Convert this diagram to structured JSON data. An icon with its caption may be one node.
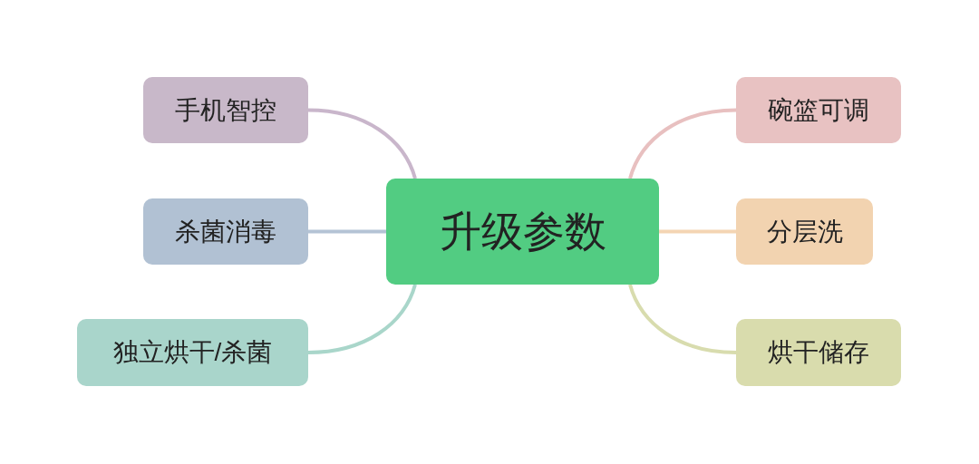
{
  "diagram": {
    "nodes": [
      {
        "text": [
          "升级参数"
        ]
      },
      {
        "text": [
          "手机智控"
        ]
      },
      {
        "text": [
          "杀菌消毒"
        ]
      },
      {
        "text": [
          "独立烘干/杀菌"
        ]
      },
      {
        "text": [
          "碗篮可调"
        ]
      },
      {
        "text": [
          "分层洗"
        ]
      },
      {
        "text": [
          "烘干储存"
        ]
      }
    ],
    "edges": [
      {
        "from": 0,
        "to": 1,
        "arrow": "none",
        "color": "#c9b6cb"
      },
      {
        "from": 0,
        "to": 2,
        "arrow": "none",
        "color": "#b4c3d5"
      },
      {
        "from": 0,
        "to": 3,
        "arrow": "none",
        "color": "#a9d6ca"
      },
      {
        "from": 0,
        "to": 4,
        "arrow": "none",
        "color": "#e8c0c0"
      },
      {
        "from": 0,
        "to": 5,
        "arrow": "none",
        "color": "#f4d5b3"
      },
      {
        "from": 0,
        "to": 6,
        "arrow": "none",
        "color": "#d8dcae"
      }
    ]
  }
}
